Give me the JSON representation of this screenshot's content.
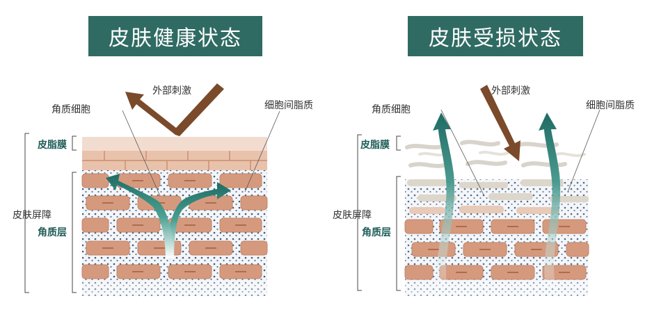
{
  "left_panel": {
    "title": "皮肤健康状态",
    "stimulus_label": "外部刺激",
    "corneocyte_label": "角质细胞",
    "lipid_label": "细胞间脂质",
    "sebum_film_label": "皮脂膜",
    "barrier_label": "皮肤屏障",
    "stratum_corneum_label": "角质层"
  },
  "right_panel": {
    "title": "皮肤受损状态",
    "stimulus_label": "外部刺激",
    "corneocyte_label": "角质细胞",
    "lipid_label": "细胞间脂质",
    "sebum_film_label": "皮脂膜",
    "barrier_label": "皮肤屏障",
    "stratum_corneum_label": "角质层"
  },
  "colors": {
    "title_bg": "#2f6b63",
    "accent_green": "#1f5c58",
    "brick": "#d59a7e",
    "brown_arrow": "#7a4a2a",
    "teal_arrow": "#1e6b63"
  }
}
